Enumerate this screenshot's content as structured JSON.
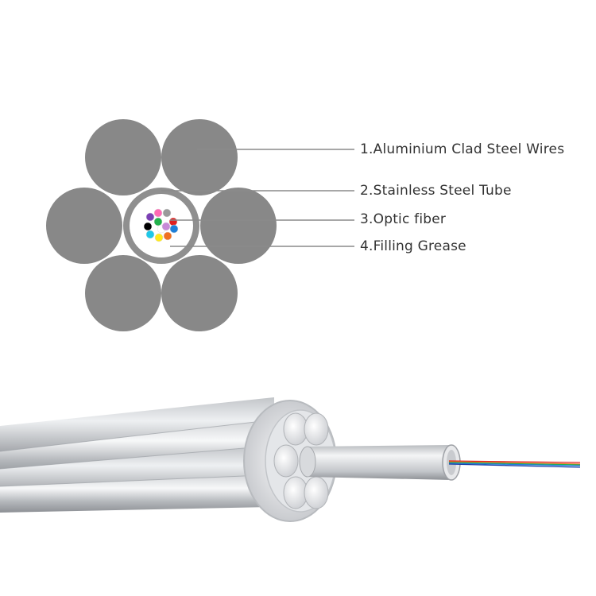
{
  "callouts": [
    {
      "number": "1",
      "text": "1.Aluminium Clad Steel Wires"
    },
    {
      "number": "2",
      "text": "2.Stainless Steel Tube"
    },
    {
      "number": "3",
      "text": "3.Optic fiber"
    },
    {
      "number": "4",
      "text": "4.Filling Grease"
    }
  ],
  "colors": {
    "wire_fill": "#888888",
    "tube_ring": "#8f8f8f",
    "grease_fill": "#ffffff",
    "leader_line": "#8a8a8a",
    "label_text": "#333333"
  },
  "fiber_colors": [
    "#7b3fb5",
    "#ff69b4",
    "#9a9a9a",
    "#000000",
    "#22b14c",
    "#e0201e",
    "#1e7fd8",
    "#1ec8e8",
    "#ffe91a",
    "#ffffff",
    "#f07020",
    "#c88ad8"
  ]
}
